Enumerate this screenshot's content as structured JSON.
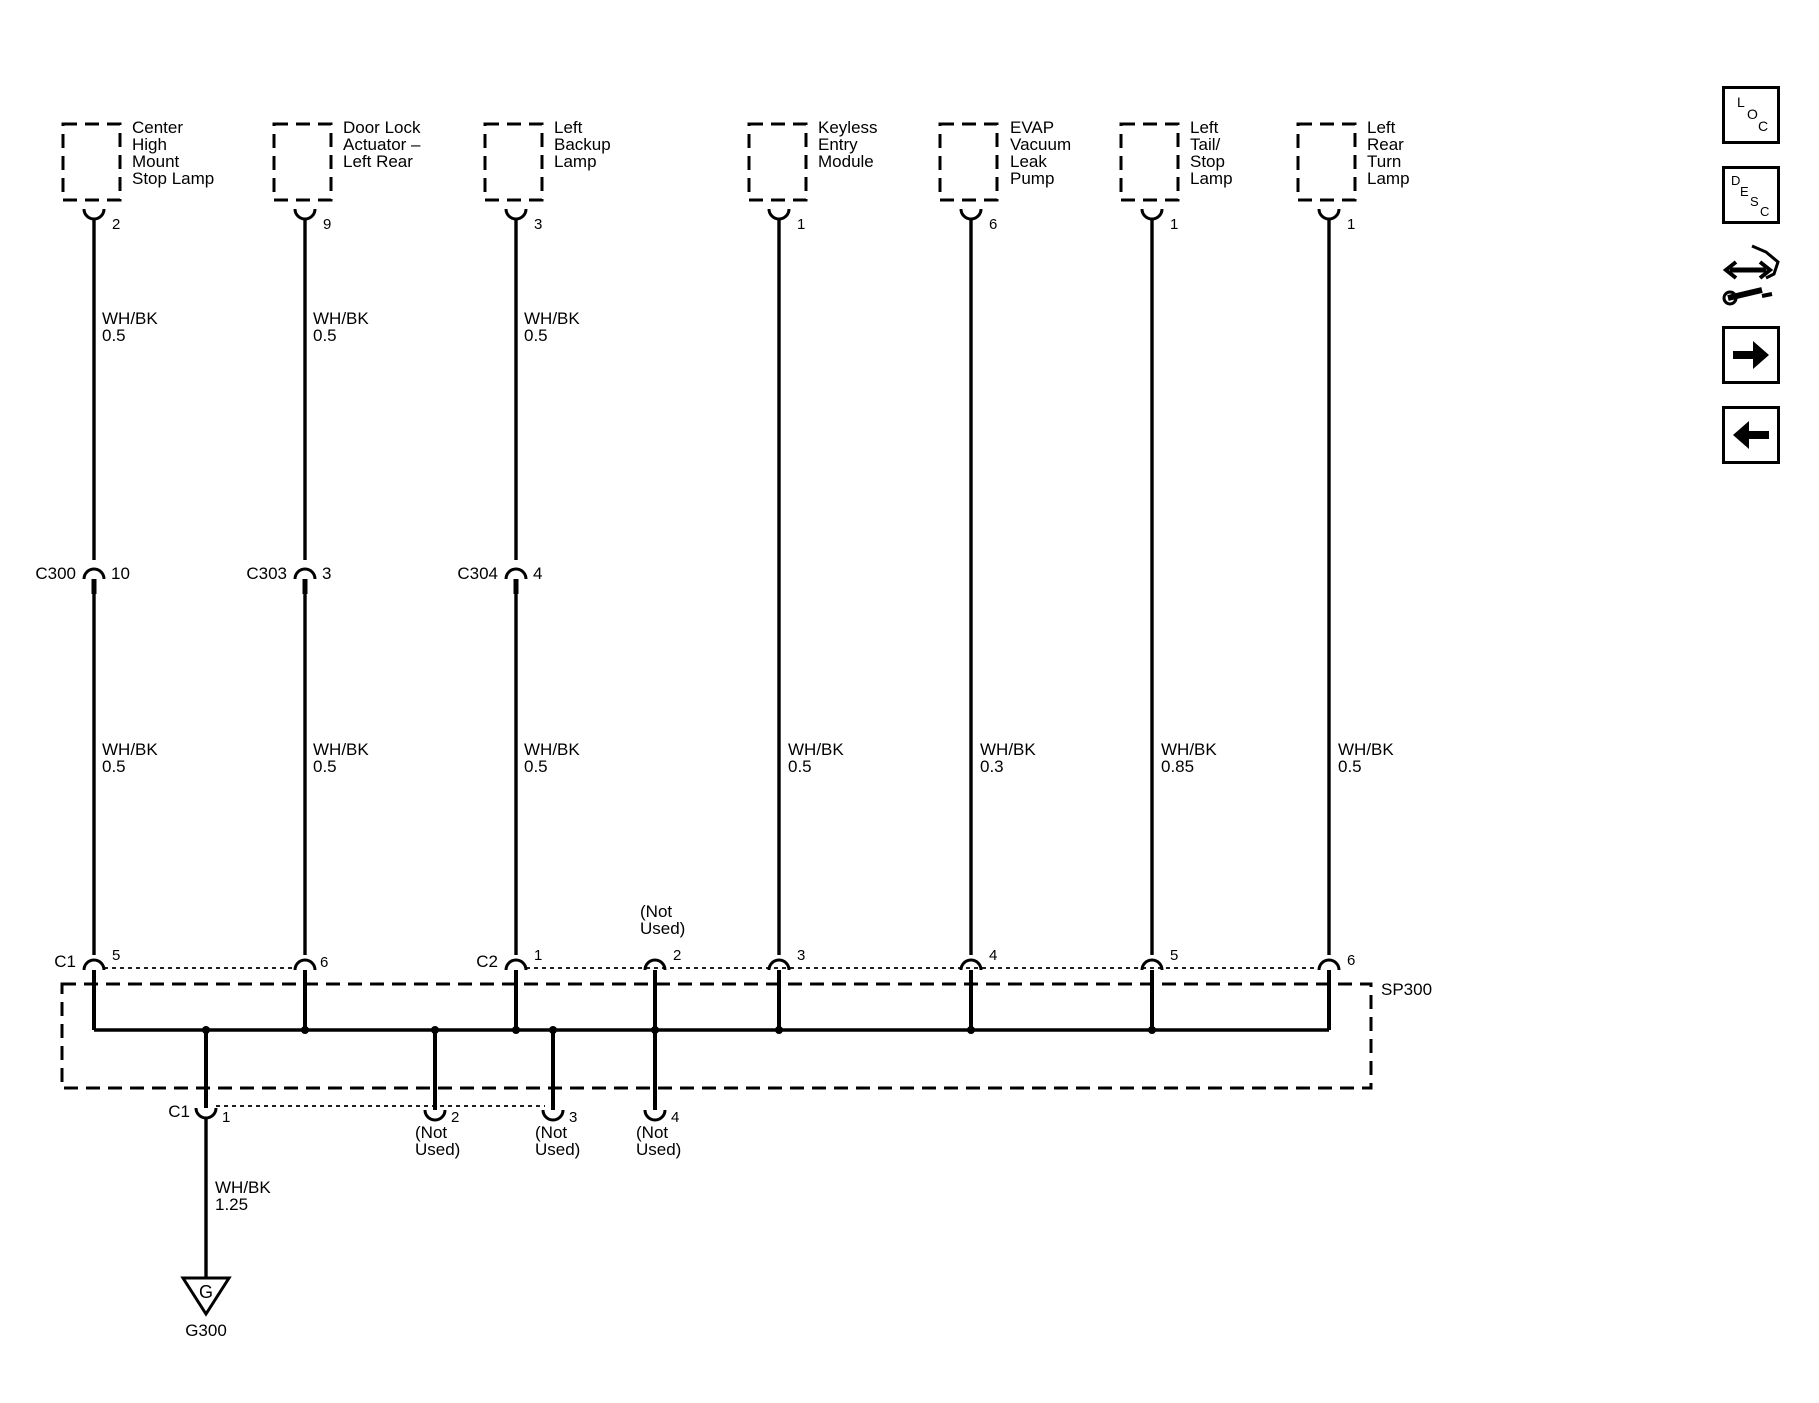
{
  "components": [
    {
      "id": "chmsl",
      "lines": [
        "Center",
        "High",
        "Mount",
        "Stop Lamp"
      ],
      "pin": "2",
      "wire": "WH/BK",
      "gauge": "0.5"
    },
    {
      "id": "door-lock",
      "lines": [
        "Door Lock",
        "Actuator –",
        "Left Rear"
      ],
      "pin": "9",
      "wire": "WH/BK",
      "gauge": "0.5"
    },
    {
      "id": "backup",
      "lines": [
        "Left",
        "Backup",
        "Lamp"
      ],
      "pin": "3",
      "wire": "WH/BK",
      "gauge": "0.5"
    },
    {
      "id": "keyless",
      "lines": [
        "Keyless",
        "Entry",
        "Module"
      ],
      "pin": "1"
    },
    {
      "id": "evap",
      "lines": [
        "EVAP",
        "Vacuum",
        "Leak",
        "Pump"
      ],
      "pin": "6"
    },
    {
      "id": "tail",
      "lines": [
        "Left",
        "Tail/",
        "Stop",
        "Lamp"
      ],
      "pin": "1"
    },
    {
      "id": "turn",
      "lines": [
        "Left",
        "Rear",
        "Turn",
        "Lamp"
      ],
      "pin": "1"
    }
  ],
  "inline_connectors": [
    {
      "name": "C300",
      "pin": "10"
    },
    {
      "name": "C303",
      "pin": "3"
    },
    {
      "name": "C304",
      "pin": "4"
    }
  ],
  "lower_wires": [
    {
      "wire": "WH/BK",
      "gauge": "0.5"
    },
    {
      "wire": "WH/BK",
      "gauge": "0.5"
    },
    {
      "wire": "WH/BK",
      "gauge": "0.5"
    },
    {
      "wire": "WH/BK",
      "gauge": "0.5"
    },
    {
      "wire": "WH/BK",
      "gauge": "0.3"
    },
    {
      "wire": "WH/BK",
      "gauge": "0.85"
    },
    {
      "wire": "WH/BK",
      "gauge": "0.5"
    }
  ],
  "splice": {
    "name": "SP300",
    "top_pins": [
      {
        "connector": "C1",
        "pin": "5"
      },
      {
        "pin": "6"
      },
      {
        "connector": "C2",
        "pin": "1"
      },
      {
        "pin": "2",
        "note": [
          "(Not",
          "Used)"
        ]
      },
      {
        "pin": "3"
      },
      {
        "pin": "4"
      },
      {
        "pin": "5"
      },
      {
        "pin": "6"
      }
    ],
    "bottom_pins": [
      {
        "connector": "C1",
        "pin": "1"
      },
      {
        "pin": "2",
        "note": [
          "(Not",
          "Used)"
        ]
      },
      {
        "pin": "3",
        "note": [
          "(Not",
          "Used)"
        ]
      },
      {
        "pin": "4",
        "note": [
          "(Not",
          "Used)"
        ]
      }
    ]
  },
  "ground_wire": {
    "wire": "WH/BK",
    "gauge": "1.25"
  },
  "ground": {
    "symbol": "G",
    "name": "G300"
  },
  "nav": {
    "loc": {
      "l1": "L",
      "l2": "O",
      "l3": "C"
    },
    "desc": {
      "l1": "D",
      "l2": "E",
      "l3": "S",
      "l4": "C"
    }
  }
}
